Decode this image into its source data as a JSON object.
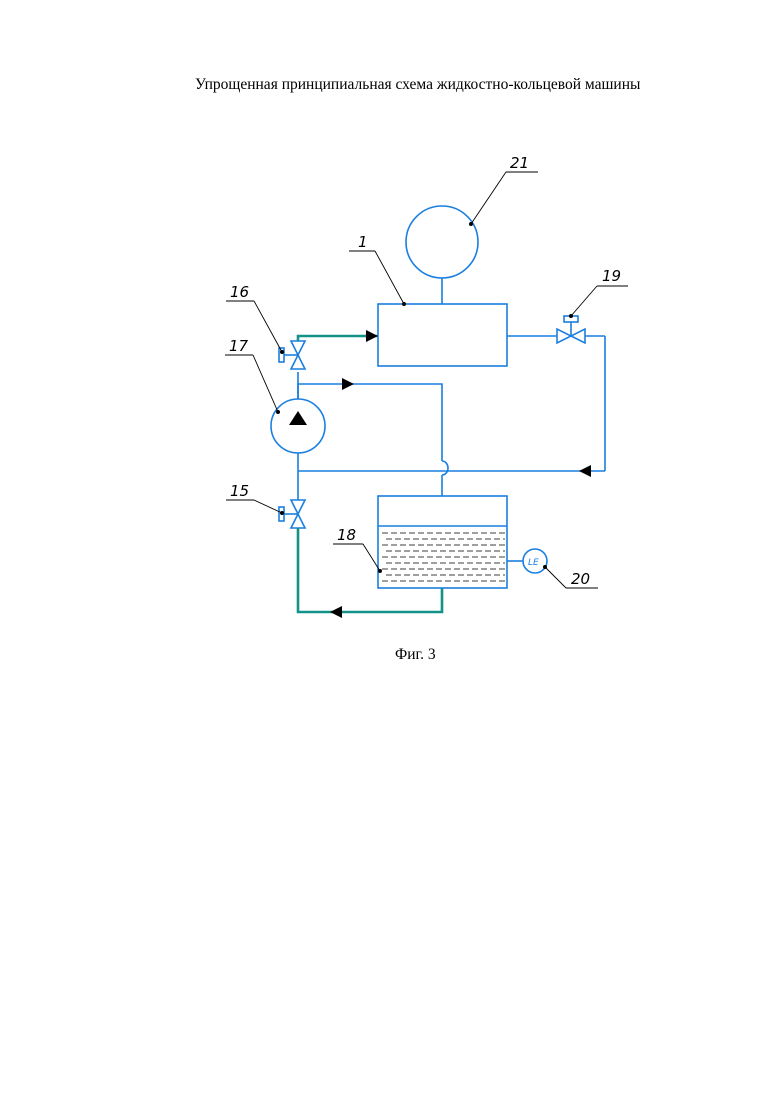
{
  "document": {
    "title": "Упрощенная принципиальная схема жидкостно-кольцевой машины",
    "caption": "Фиг. 3"
  },
  "callouts": {
    "c1": "1",
    "c15": "15",
    "c16": "16",
    "c17": "17",
    "c18": "18",
    "c19": "19",
    "c20": "20",
    "c21": "21"
  },
  "instrument": {
    "level_label": "LE"
  },
  "colors": {
    "line_blue": "#1a7fe0",
    "line_teal": "#13928a",
    "leader": "#000000"
  }
}
